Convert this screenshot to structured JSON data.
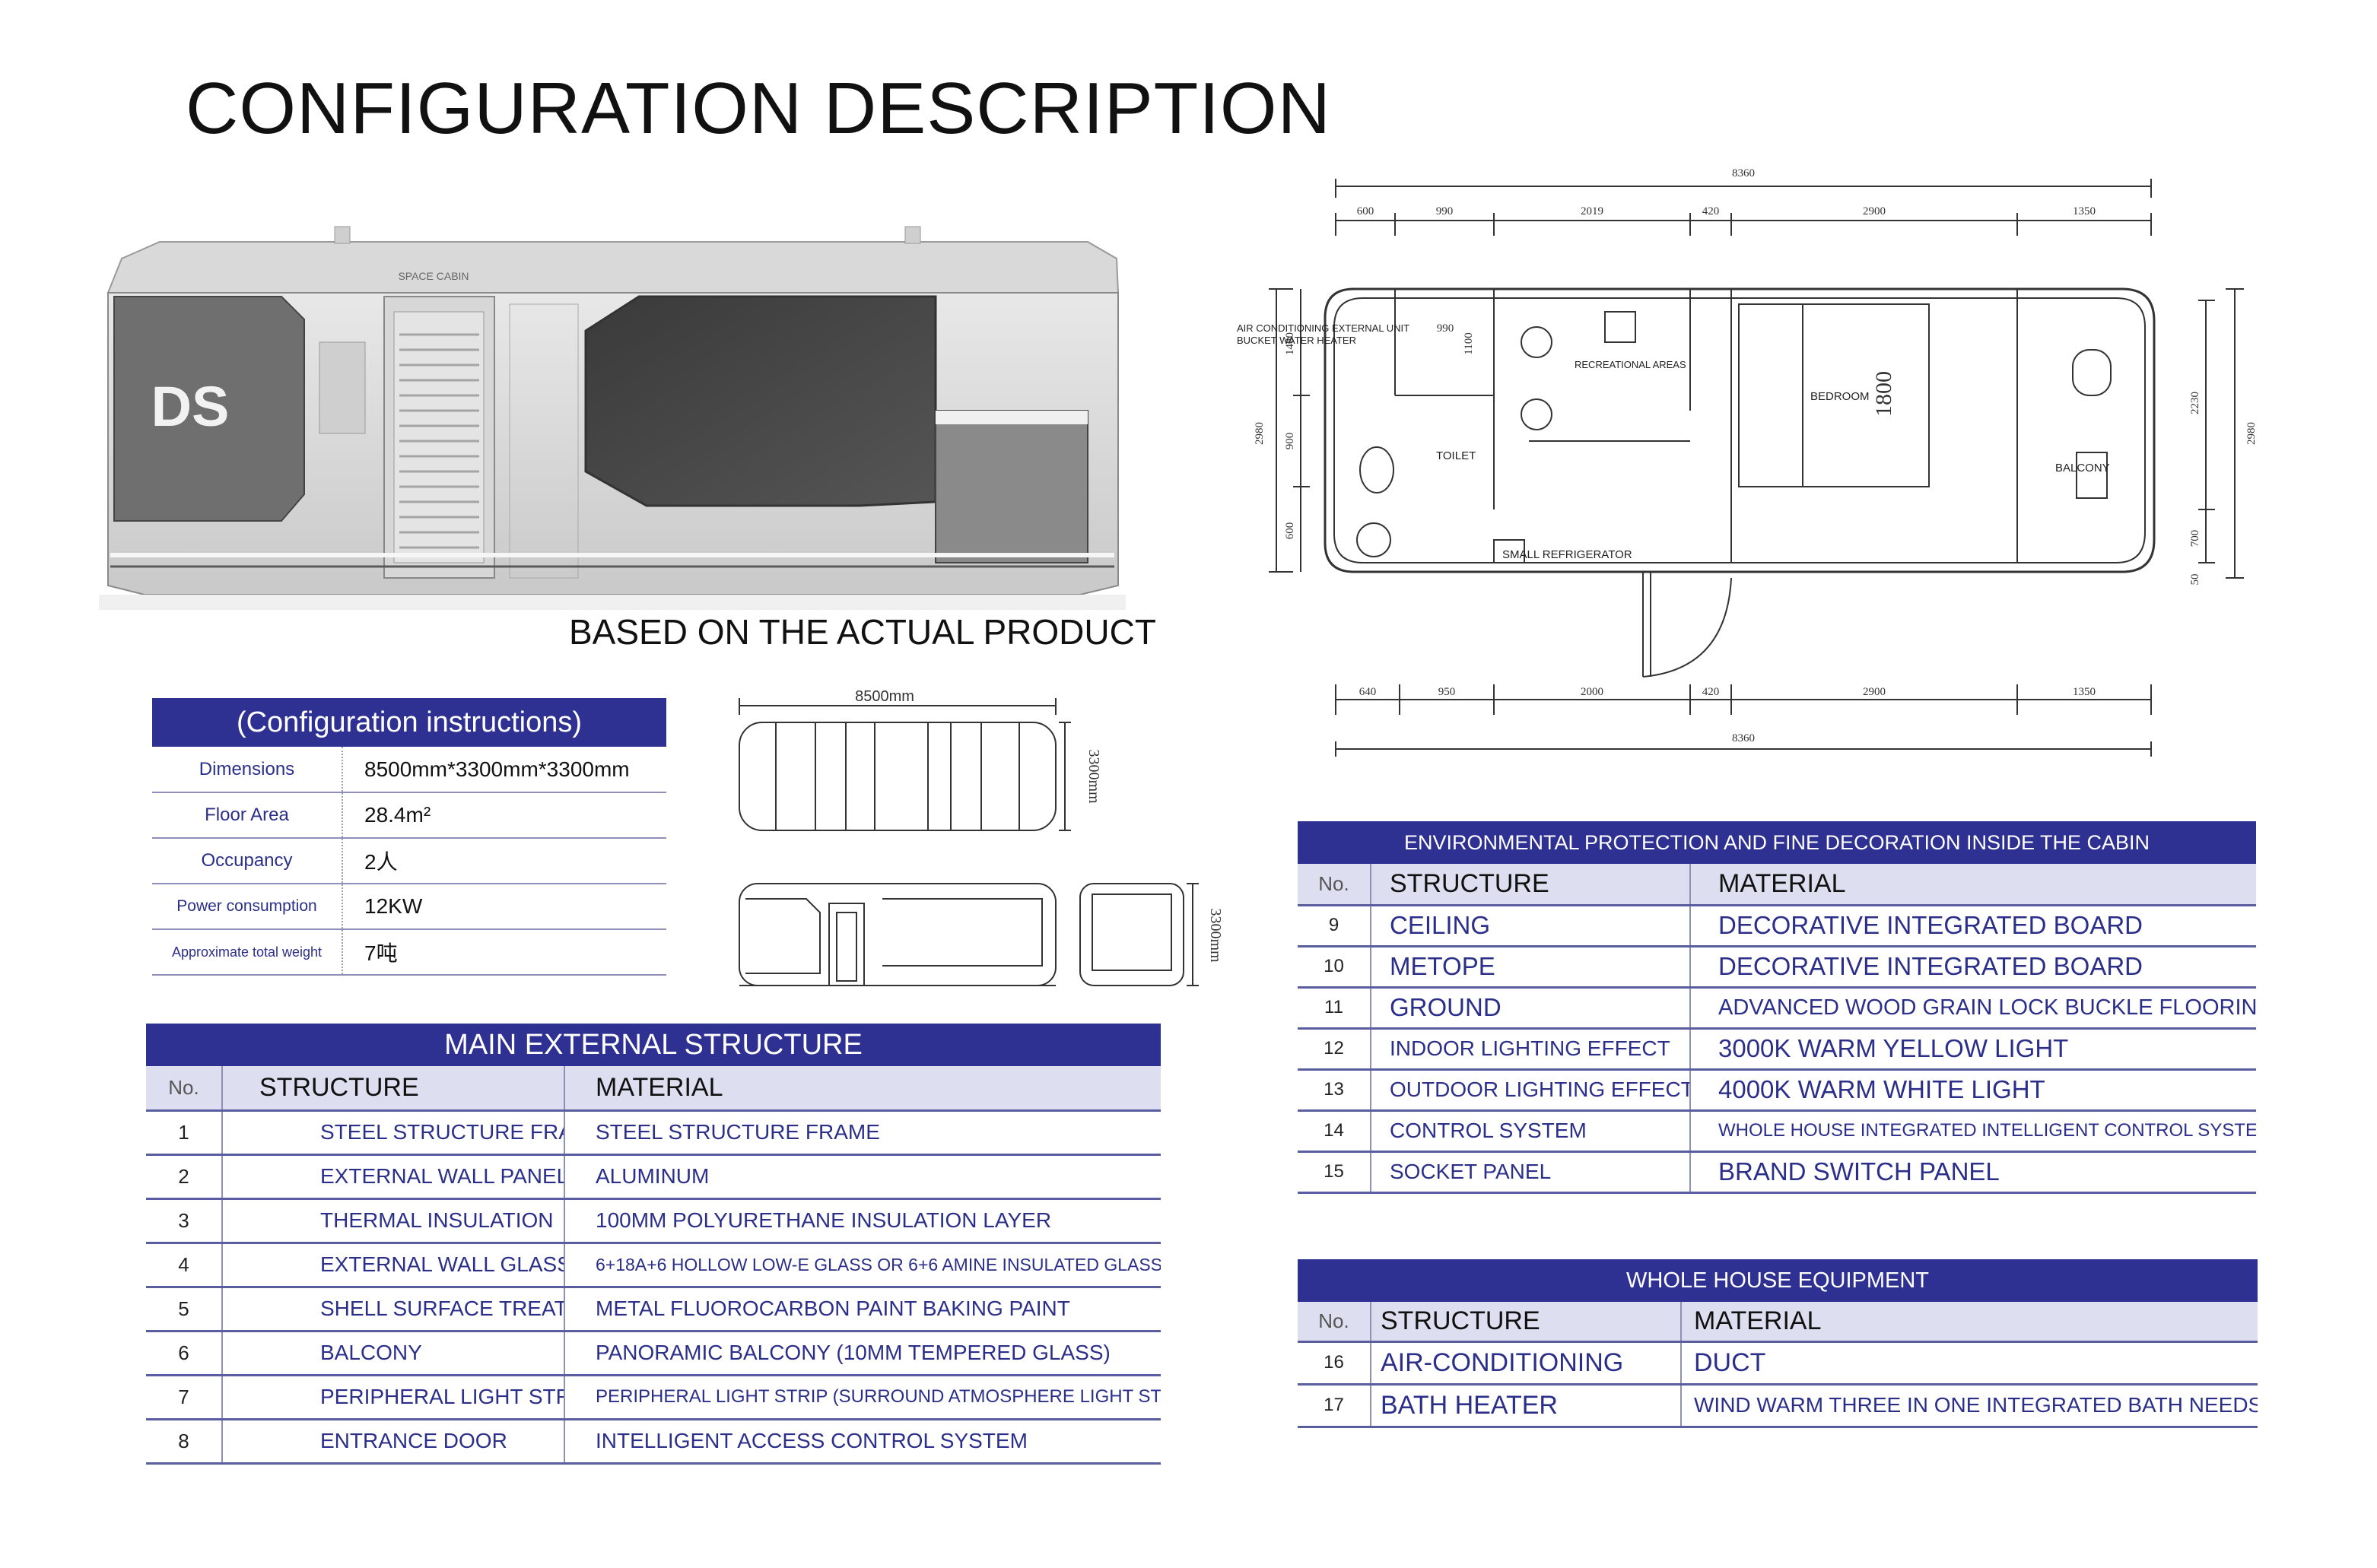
{
  "title": "CONFIGURATION DESCRIPTION",
  "caption": "BASED ON THE ACTUAL PRODUCT",
  "render": {
    "logo": "DS",
    "roof_text": "SPACE CABIN"
  },
  "config": {
    "title": "(Configuration instructions)",
    "rows": [
      {
        "label": "Dimensions",
        "value": "8500mm*3300mm*3300mm"
      },
      {
        "label": "Floor Area",
        "value": "28.4m²"
      },
      {
        "label": "Occupancy",
        "value": "2人"
      },
      {
        "label": "Power consumption",
        "value": "12KW"
      },
      {
        "label": "Approximate total weight",
        "value": "7吨"
      }
    ]
  },
  "drawings": {
    "length": "8500mm",
    "width": "3300mm",
    "height": "3300mm"
  },
  "floorplan": {
    "total": "8360",
    "top_dims": [
      "600",
      "990",
      "2019",
      "420",
      "2900",
      "1350"
    ],
    "bottom_dims": [
      "640",
      "950",
      "2000",
      "420",
      "2900",
      "1350"
    ],
    "left_dims": [
      "1480",
      "900",
      "600"
    ],
    "left_total": "2980",
    "inner_dims": [
      "990",
      "1100"
    ],
    "right_dims": [
      "2230",
      "700",
      "50"
    ],
    "right_total": "2980",
    "bed_size": "1800",
    "rooms": {
      "ac_unit": "AIR CONDITIONING EXTERNAL UNIT",
      "water_heater": "BUCKET WATER HEATER",
      "recreational": "RECREATIONAL AREAS",
      "bedroom": "BEDROOM",
      "toilet": "TOILET",
      "balcony": "BALCONY",
      "refrigerator": "SMALL REFRIGERATOR"
    }
  },
  "external": {
    "title": "MAIN EXTERNAL STRUCTURE",
    "headers": [
      "No.",
      "STRUCTURE",
      "MATERIAL"
    ],
    "rows": [
      [
        "1",
        "STEEL STRUCTURE FRAME",
        "STEEL STRUCTURE FRAME"
      ],
      [
        "2",
        "EXTERNAL WALL PANELS",
        "ALUMINUM"
      ],
      [
        "3",
        "THERMAL INSULATION",
        "100MM POLYURETHANE INSULATION LAYER"
      ],
      [
        "4",
        "EXTERNAL WALL GLASS",
        "6+18A+6 HOLLOW LOW-E GLASS OR 6+6 AMINE INSULATED GLASS"
      ],
      [
        "5",
        "SHELL SURFACE TREATMENT",
        "METAL FLUOROCARBON PAINT BAKING PAINT"
      ],
      [
        "6",
        "BALCONY",
        "PANORAMIC BALCONY (10MM TEMPERED GLASS)"
      ],
      [
        "7",
        "PERIPHERAL LIGHT STRIP",
        "PERIPHERAL LIGHT STRIP (SURROUND ATMOSPHERE LIGHT STRIP)"
      ],
      [
        "8",
        "ENTRANCE DOOR",
        "INTELLIGENT ACCESS CONTROL SYSTEM"
      ]
    ]
  },
  "environment": {
    "title": "ENVIRONMENTAL PROTECTION AND FINE DECORATION INSIDE THE CABIN",
    "headers": [
      "No.",
      "STRUCTURE",
      "MATERIAL"
    ],
    "rows": [
      [
        "9",
        "CEILING",
        "DECORATIVE INTEGRATED BOARD"
      ],
      [
        "10",
        "METOPE",
        "DECORATIVE INTEGRATED BOARD"
      ],
      [
        "11",
        "GROUND",
        "ADVANCED WOOD GRAIN LOCK BUCKLE FLOORING"
      ],
      [
        "12",
        "INDOOR LIGHTING EFFECT",
        "3000K WARM YELLOW LIGHT"
      ],
      [
        "13",
        "OUTDOOR LIGHTING EFFECT",
        "4000K WARM WHITE LIGHT"
      ],
      [
        "14",
        "CONTROL SYSTEM",
        "WHOLE HOUSE INTEGRATED INTELLIGENT CONTROL SYSTEM"
      ],
      [
        "15",
        "SOCKET PANEL",
        "BRAND SWITCH PANEL"
      ]
    ]
  },
  "equipment": {
    "title": "WHOLE HOUSE EQUIPMENT",
    "headers": [
      "No.",
      "STRUCTURE",
      "MATERIAL"
    ],
    "rows": [
      [
        "16",
        "AIR-CONDITIONING",
        "DUCT"
      ],
      [
        "17",
        "BATH HEATER",
        "WIND WARM THREE IN ONE INTEGRATED BATH NEEDS"
      ]
    ]
  }
}
